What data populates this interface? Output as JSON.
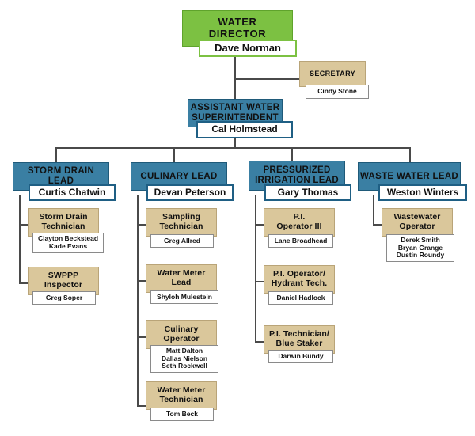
{
  "colors": {
    "director_green": "#7CC142",
    "lead_blue": "#3A7FA3",
    "staff_tan": "#DAC79B",
    "name_white": "#FFFFFF",
    "connector": "#4A4A4A"
  },
  "director": {
    "title": "WATER DIRECTOR",
    "title_line1": "WATER",
    "title_line2": "DIRECTOR",
    "name": "Dave Norman"
  },
  "secretary": {
    "title": "SECRETARY",
    "name": "Cindy Stone"
  },
  "assistant": {
    "title_line1": "ASSISTANT WATER",
    "title_line2": "SUPERINTENDENT",
    "name": "Cal Holmstead"
  },
  "departments": [
    {
      "id": "storm-drain",
      "title": "STORM DRAIN LEAD",
      "lead_name": "Curtis Chatwin",
      "staff": [
        {
          "title_line1": "Storm Drain",
          "title_line2": "Technician",
          "names": "Clayton Beckstead\nKade Evans"
        },
        {
          "title_line1": "SWPPP",
          "title_line2": "Inspector",
          "names": "Greg Soper"
        }
      ]
    },
    {
      "id": "culinary",
      "title": "CULINARY LEAD",
      "lead_name": "Devan Peterson",
      "staff": [
        {
          "title_line1": "Sampling",
          "title_line2": "Technician",
          "names": "Greg Allred"
        },
        {
          "title_line1": "Water Meter",
          "title_line2": "Lead",
          "names": "Shyloh Mulestein"
        },
        {
          "title_line1": "Culinary",
          "title_line2": "Operator",
          "names": "Matt Dalton\nDallas Nielson\nSeth Rockwell"
        },
        {
          "title_line1": "Water Meter",
          "title_line2": "Technician",
          "names": "Tom Beck"
        }
      ]
    },
    {
      "id": "pressurized-irrigation",
      "title_line1": "PRESSURIZED",
      "title_line2": "IRRIGATION LEAD",
      "lead_name": "Gary Thomas",
      "staff": [
        {
          "title_line1": "P.I.",
          "title_line2": "Operator III",
          "names": "Lane Broadhead"
        },
        {
          "title_line1": "P.I. Operator/",
          "title_line2": "Hydrant Tech.",
          "names": "Daniel Hadlock"
        },
        {
          "title_line1": "P.I. Technician/",
          "title_line2": "Blue Staker",
          "names": "Darwin Bundy"
        }
      ]
    },
    {
      "id": "waste-water",
      "title": "WASTE WATER LEAD",
      "lead_name": "Weston Winters",
      "staff": [
        {
          "title_line1": "Wastewater",
          "title_line2": "Operator",
          "names": "Derek Smith\nBryan Grange\nDustin Roundy"
        }
      ]
    }
  ]
}
